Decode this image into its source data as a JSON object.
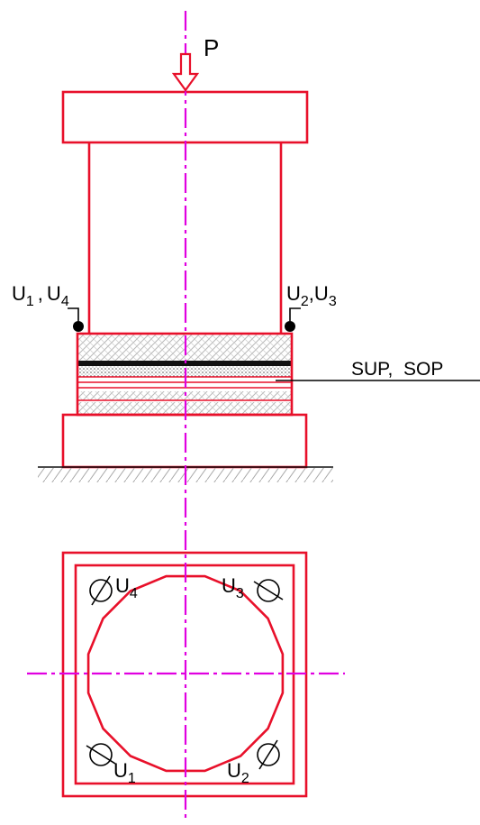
{
  "load": {
    "label": "P"
  },
  "elevation": {
    "gauges_left": {
      "u1": "U",
      "u1_sub": "1",
      "sep": ",",
      "u4": "U",
      "u4_sub": "4"
    },
    "gauges_right": {
      "u2": "U",
      "u2_sub": "2",
      "sep": ",",
      "u3": "U",
      "u3_sub": "3"
    },
    "layer_label": "SUP,  SOP"
  },
  "plan": {
    "gauges": [
      {
        "letter": "U",
        "sub": "4"
      },
      {
        "letter": "U",
        "sub": "3"
      },
      {
        "letter": "U",
        "sub": "1"
      },
      {
        "letter": "U",
        "sub": "2"
      }
    ]
  },
  "colors": {
    "structure": "#e8102a",
    "axis": "#e000e0",
    "annotation": "#000000",
    "hatch": "#bbbbbb"
  }
}
